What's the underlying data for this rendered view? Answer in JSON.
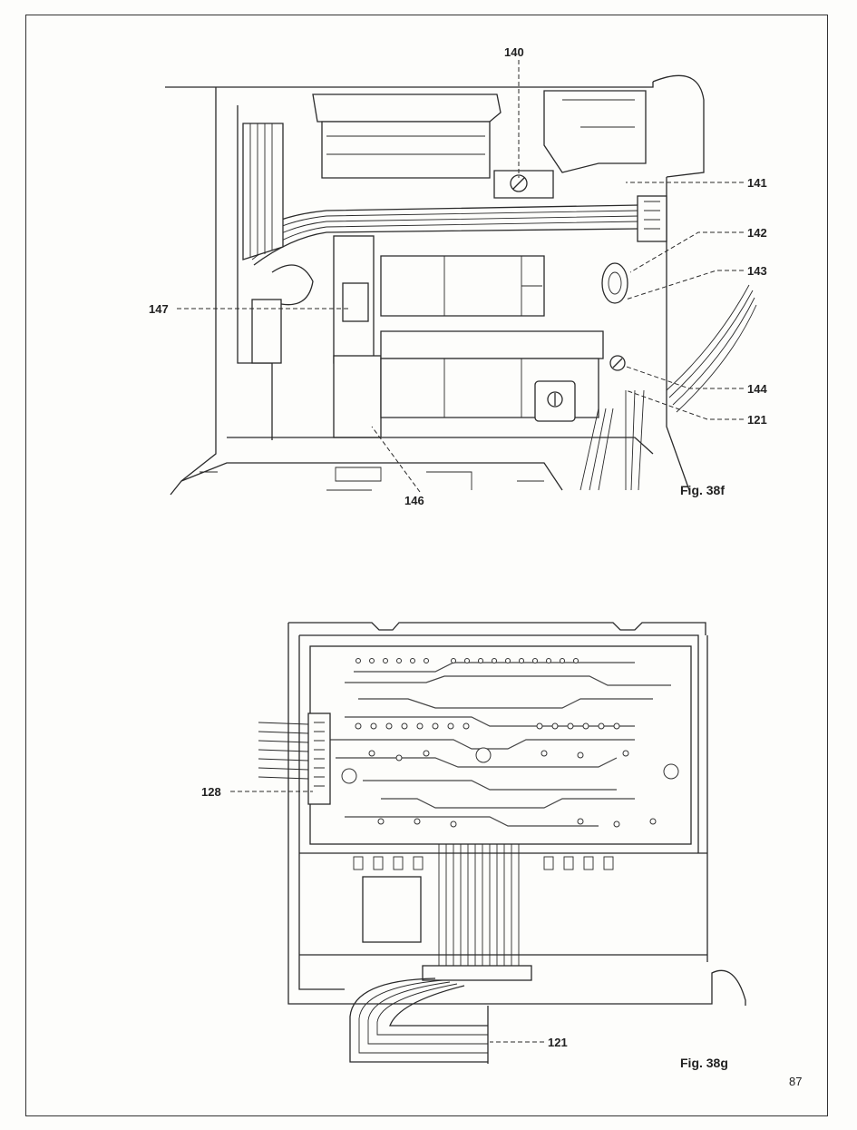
{
  "figures": {
    "top": {
      "caption": "Fig. 38f",
      "labels": {
        "l140": "140",
        "l141": "141",
        "l142": "142",
        "l143": "143",
        "l144": "144",
        "l121": "121",
        "l147": "147",
        "l146": "146"
      }
    },
    "bottom": {
      "caption": "Fig. 38g",
      "labels": {
        "l128": "128",
        "l121": "121"
      }
    }
  },
  "page_number": "87"
}
